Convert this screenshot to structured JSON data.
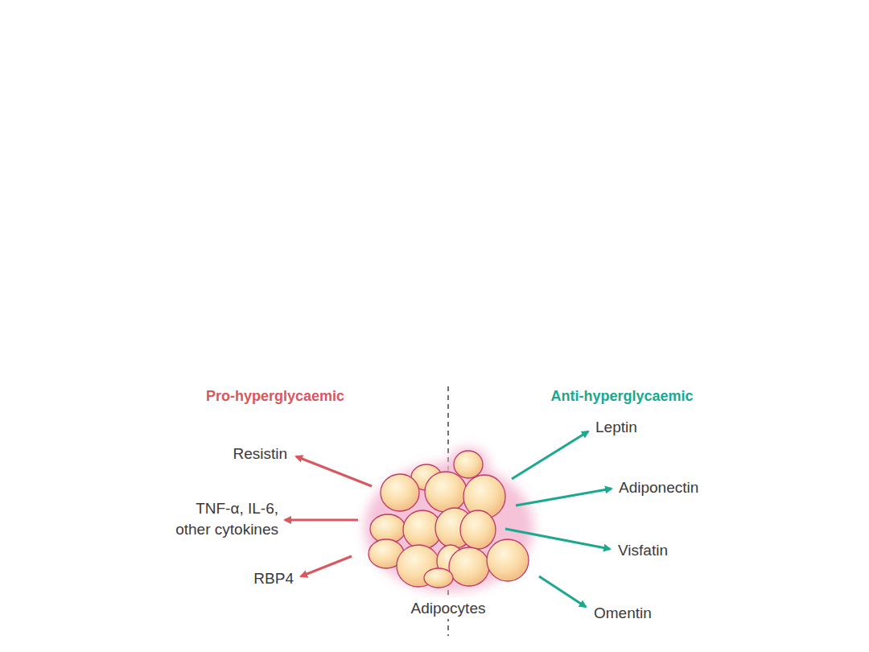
{
  "diagram": {
    "labels": [
      "Pro-hyperglycaemic",
      "Anti-hyperglycaemic",
      "Resistin",
      "TNF-α, IL-6, other cytokines",
      "RBP4",
      "Adipocytes",
      "Leptin",
      "Adiponectin",
      "Visfatin",
      "Omentin"
    ]
  }
}
